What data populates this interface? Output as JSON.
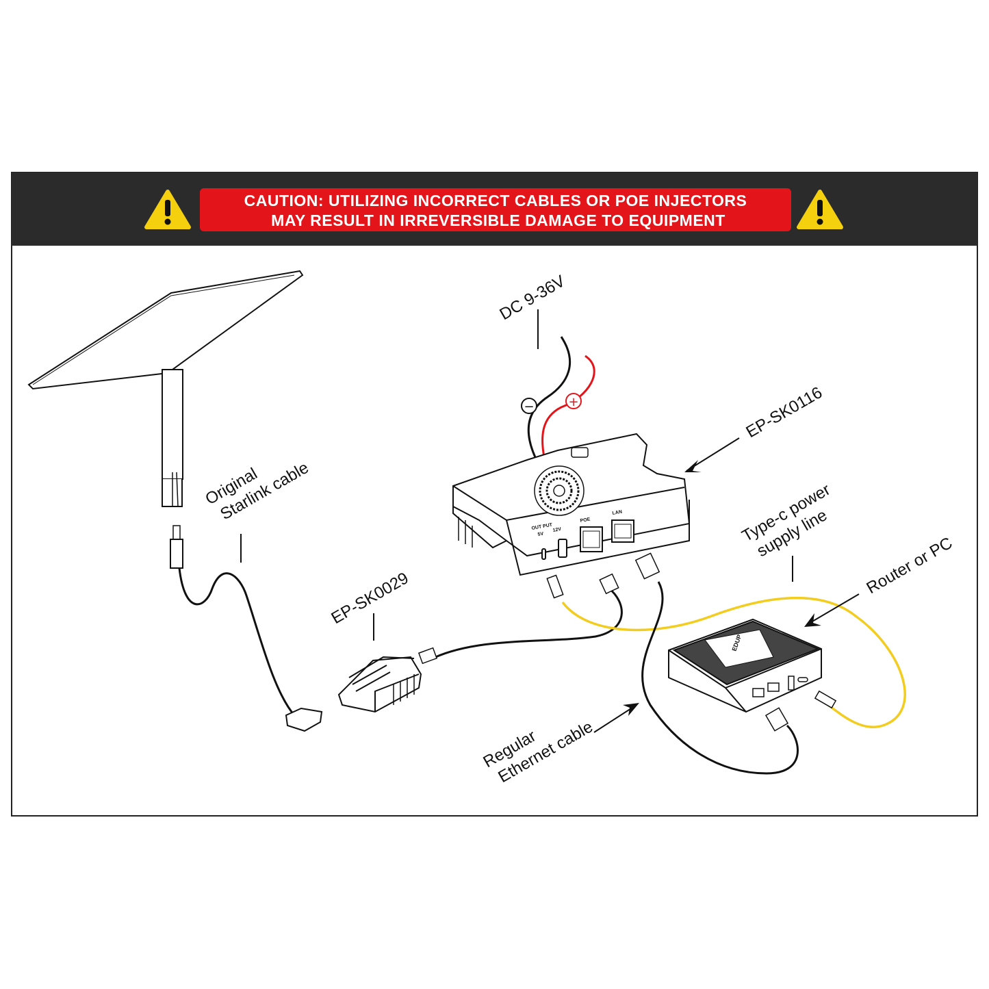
{
  "caution": {
    "line1": "CAUTION: UTILIZING INCORRECT CABLES OR POE INJECTORS",
    "line2": "MAY RESULT IN IRREVERSIBLE DAMAGE TO EQUIPMENT",
    "icon": "warning-triangle-icon"
  },
  "labels": {
    "dc_power": "DC 9-36V",
    "main_device": "EP-SK0116",
    "starlink_cable_line1": "Original",
    "starlink_cable_line2": "Starlink cable",
    "adapter": "EP-SK0029",
    "typec_line1": "Type-c power",
    "typec_line2": "supply line",
    "router": "Router or PC",
    "ethernet_line1": "Regular",
    "ethernet_line2": "Ethernet cable"
  },
  "device_ports": {
    "output": "OUT PUT",
    "v5": "5V",
    "v12": "12V",
    "poe": "POE",
    "lan": "LAN"
  },
  "polarity": {
    "negative": "−",
    "positive": "+"
  },
  "colors": {
    "banner": "#2b2b2b",
    "caution_red": "#e3151b",
    "warning_yellow": "#f5d00f",
    "power_positive": "#e3151b",
    "typec_cable": "#f2cc1f",
    "ethernet_cable": "#111111"
  }
}
